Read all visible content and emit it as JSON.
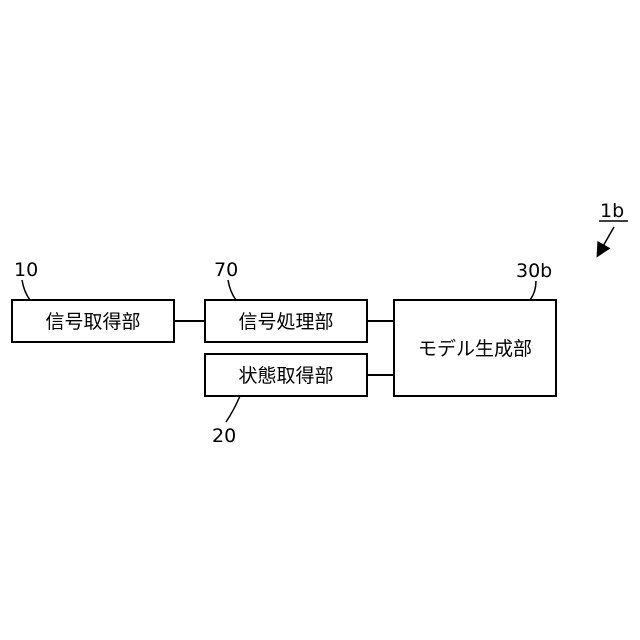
{
  "figure_ref": "1b",
  "blocks": {
    "signal_acquisition": {
      "label": "信号取得部",
      "ref": "10"
    },
    "signal_processing": {
      "label": "信号処理部",
      "ref": "70"
    },
    "state_acquisition": {
      "label": "状態取得部",
      "ref": "20"
    },
    "model_generation": {
      "label": "モデル生成部",
      "ref": "30b"
    }
  }
}
